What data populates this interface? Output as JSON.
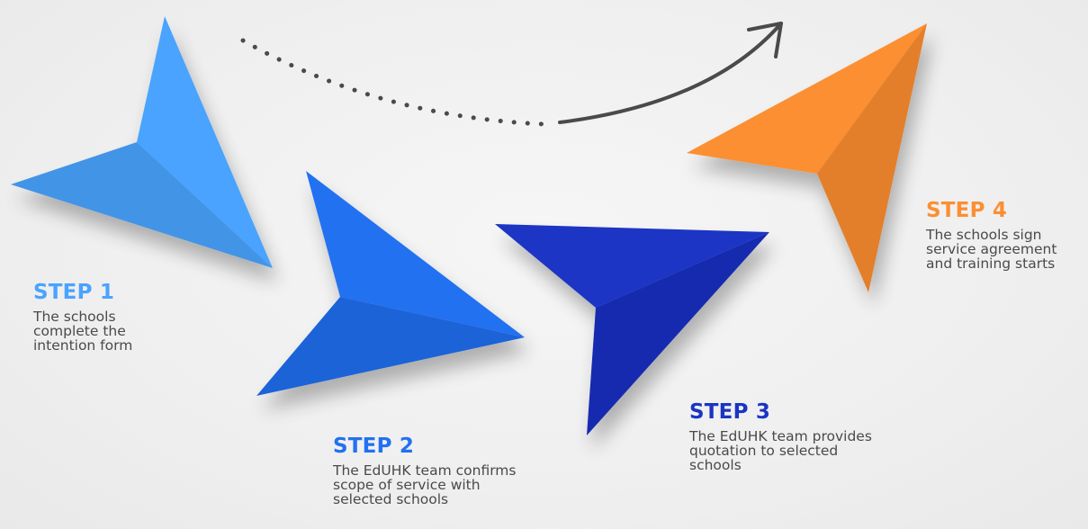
{
  "colors": {
    "step1": "#4aa3ff",
    "step2": "#2271f0",
    "step3": "#1a35c4",
    "step4": "#fb8f33",
    "connector": "#4a4a4a",
    "description": "#4a4a4a"
  },
  "steps": [
    {
      "title": "STEP 1",
      "description": "The schools\ncomplete the\nintention form"
    },
    {
      "title": "STEP 2",
      "description": "The EdUHK team confirms\nscope of service with\nselected schools"
    },
    {
      "title": "STEP 3",
      "description": "The EdUHK team provides\nquotation to selected\nschools"
    },
    {
      "title": "STEP 4",
      "description": "The schools sign\nservice agreement\nand training starts"
    }
  ],
  "icons": {
    "step_markers": "paper-plane-arrowhead-icon",
    "connector": "dotted-curved-arrow-icon"
  }
}
